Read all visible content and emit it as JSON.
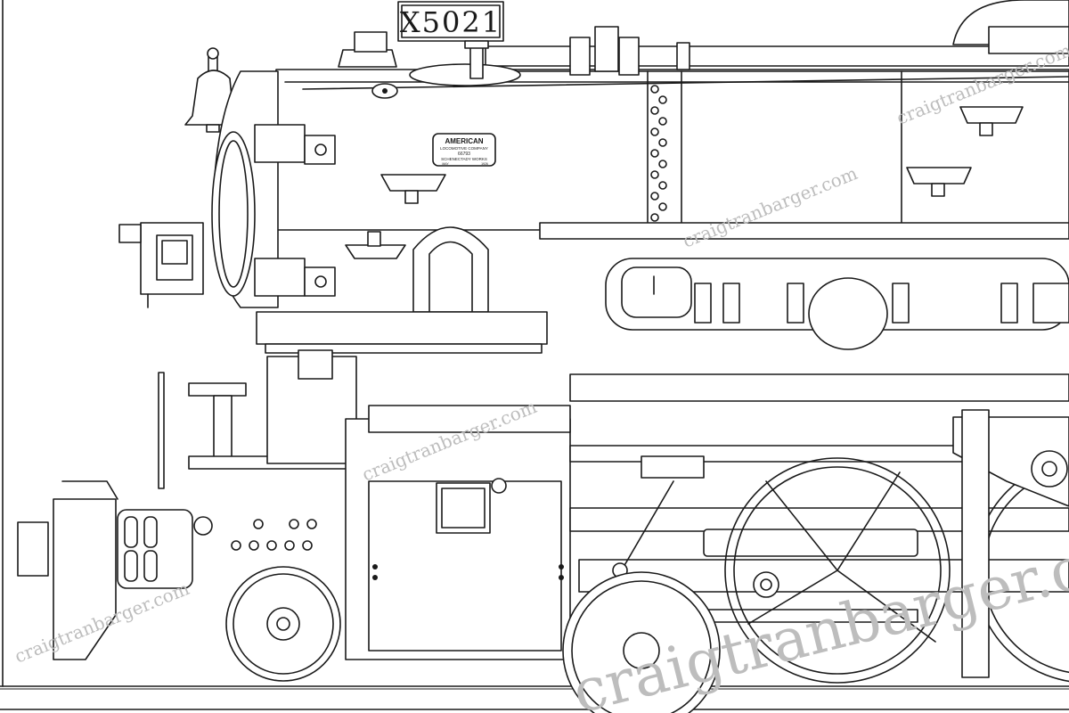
{
  "drawing": {
    "number_plate": "X5021",
    "builder_plate": {
      "line1": "AMERICAN",
      "line2": "LOCOMOTIVE COMPANY",
      "line3": "66793",
      "line4": "SCHENECTADY WORKS",
      "month": "MAY",
      "year": "1926"
    },
    "watermark_small": "craigtranbarger.com",
    "watermark_large": "craigtranbarger.com"
  },
  "colors": {
    "line": "#1a1a1a",
    "paper": "#ffffff",
    "watermark": "#bdbdbd"
  }
}
